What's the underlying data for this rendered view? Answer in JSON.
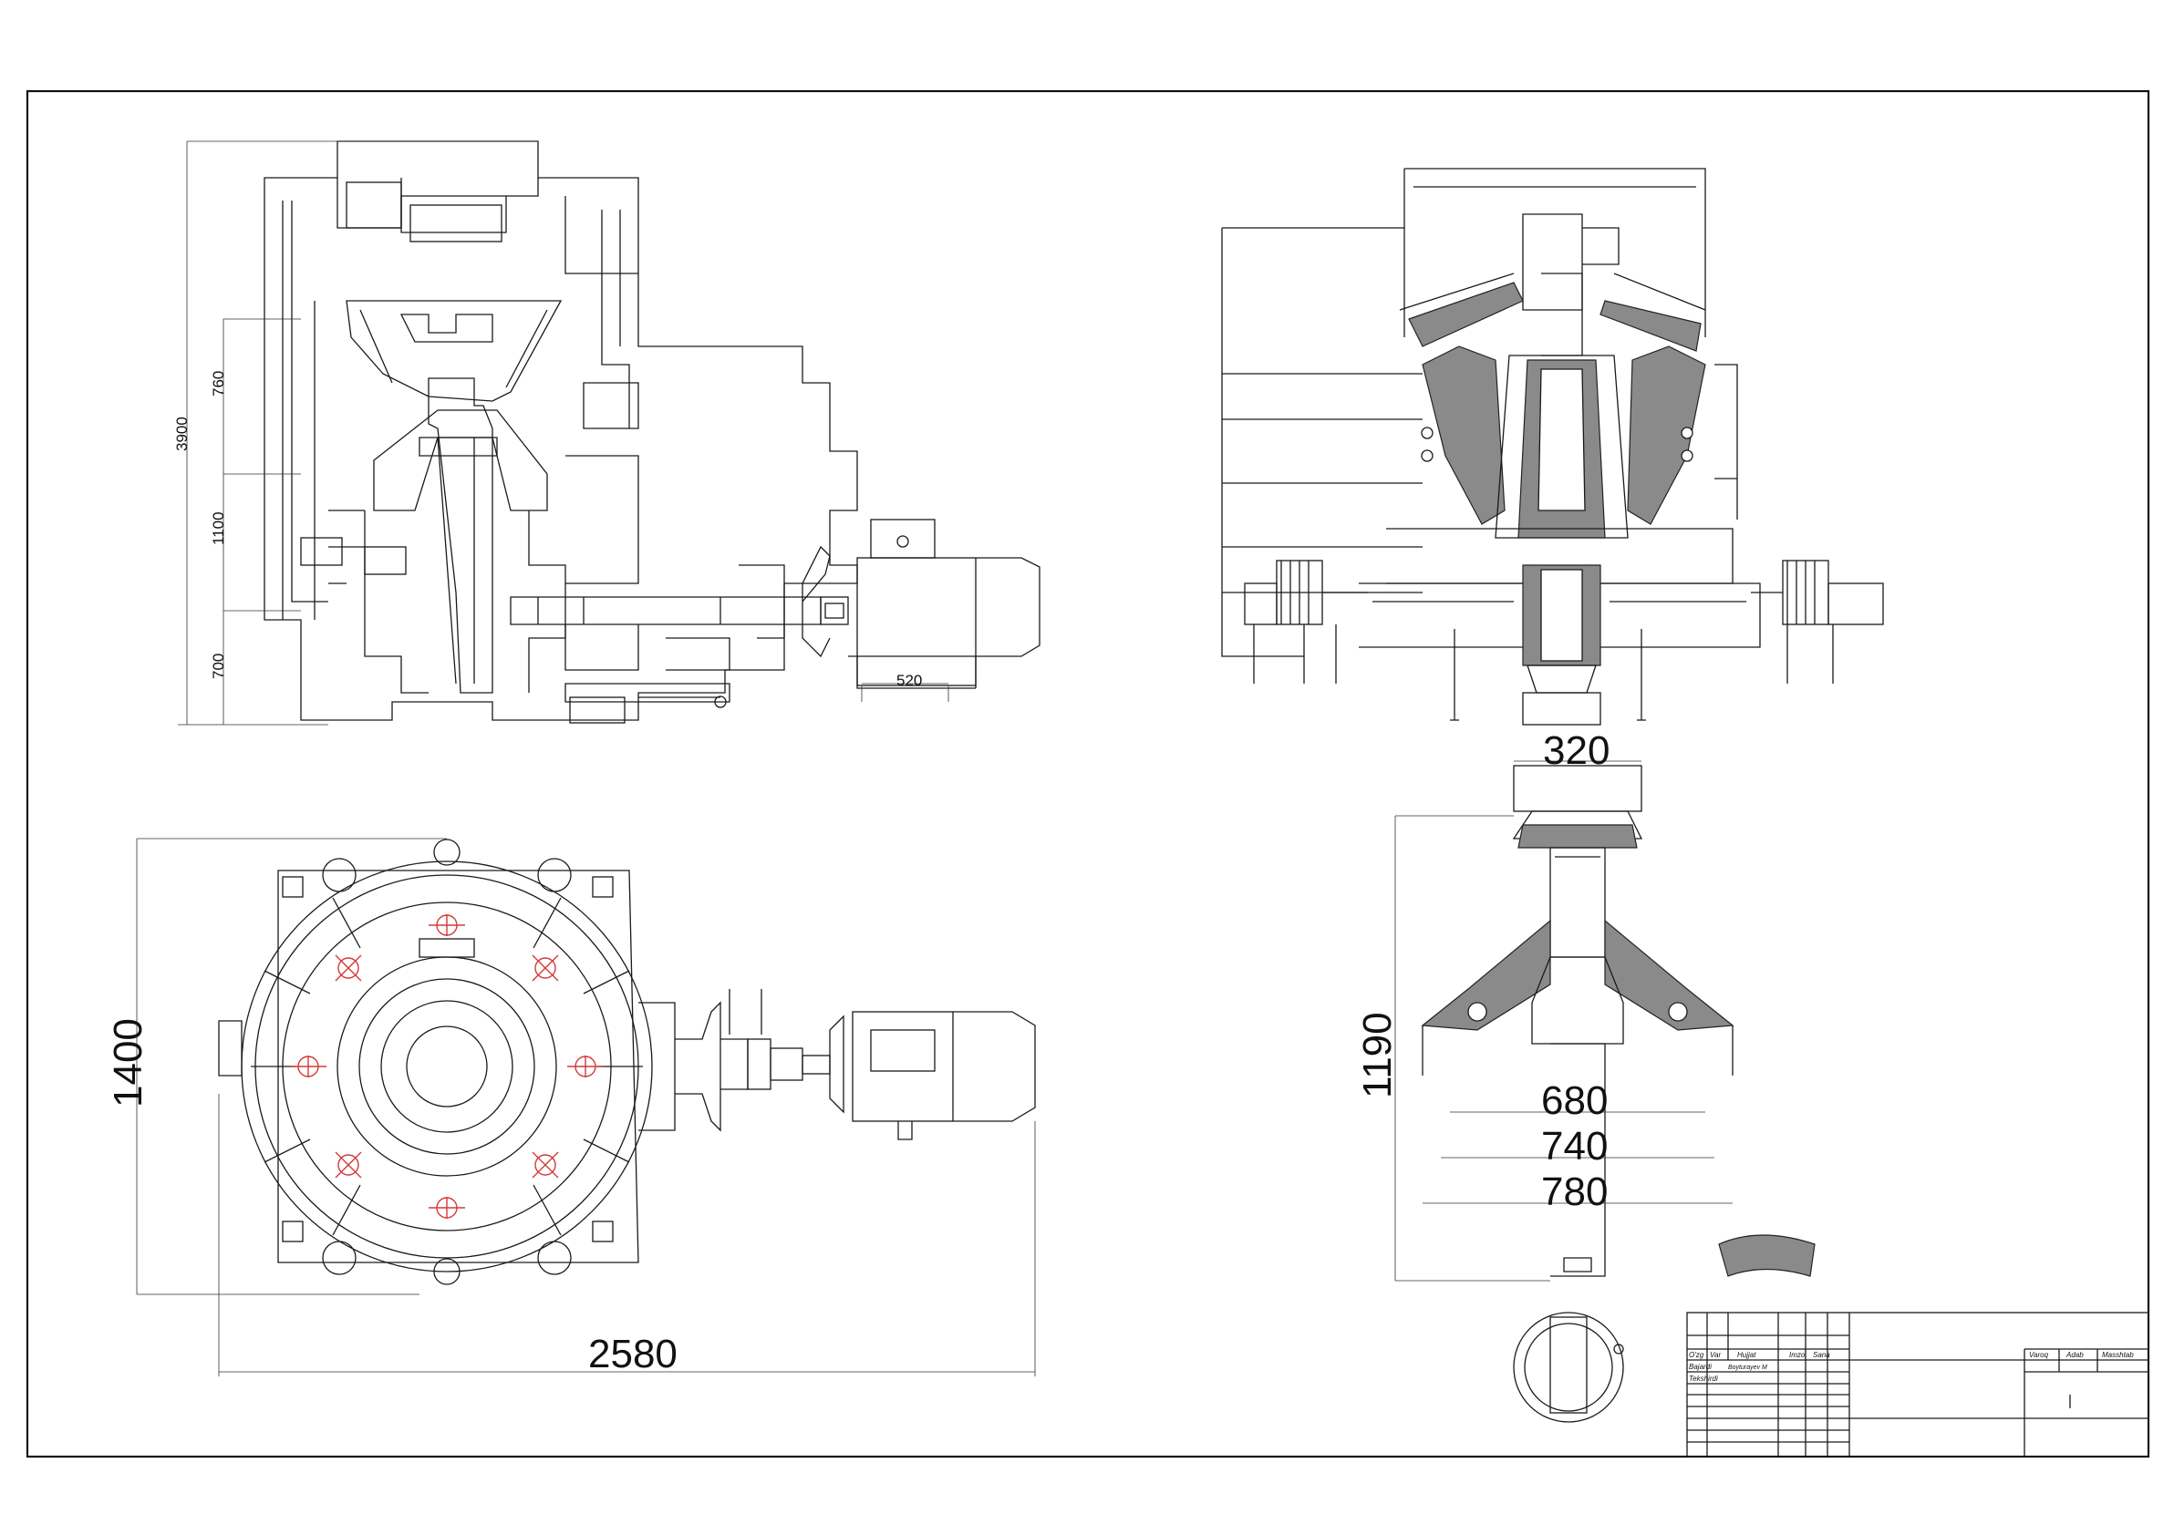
{
  "dimensions": {
    "total_height": "3900",
    "seg_top": "760",
    "seg_mid": "1100",
    "seg_bottom": "700",
    "motor_base": "520",
    "plan_height": "1400",
    "plan_width": "2580",
    "shaft_top": "320",
    "cone_height": "1190",
    "cone_d1": "680",
    "cone_d2": "740",
    "cone_d3": "780"
  },
  "title_block": {
    "h_izm": "O'zg",
    "h_var": "Var",
    "h_hujjat": "Hujjat",
    "h_imzo": "Imzo",
    "h_sana": "Sana",
    "bajardi": "Bajardi",
    "bajardi_name": "Boyturayev M",
    "tekshirdi": "Tekshirdi",
    "h_varoq": "Varoq",
    "h_adab": "Adab",
    "h_masshtab": "Masshtab"
  },
  "colors": {
    "line": "#1a1a1a",
    "bolt_accent": "#d23a3a",
    "section_hatch": "#8a8a8a"
  }
}
